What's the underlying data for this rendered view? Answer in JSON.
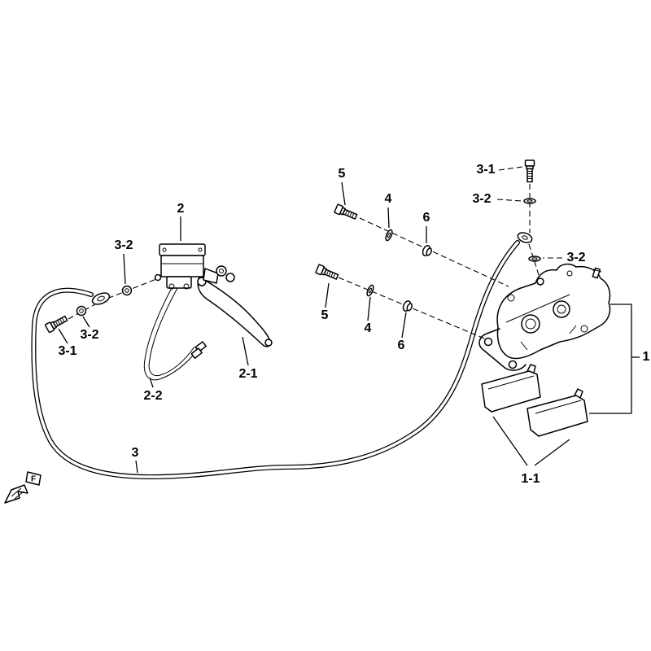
{
  "page": {
    "background": "#ffffff",
    "line_color": "#000000"
  },
  "diagram": {
    "kind": "exploded-parts-diagram",
    "callouts": [
      {
        "text": "2"
      },
      {
        "text": "3-2"
      },
      {
        "text": "3-1"
      },
      {
        "text": "3-2"
      },
      {
        "text": "2-1"
      },
      {
        "text": "2-2"
      },
      {
        "text": "3"
      },
      {
        "text": "5"
      },
      {
        "text": "4"
      },
      {
        "text": "6"
      },
      {
        "text": "3-1"
      },
      {
        "text": "3-2"
      },
      {
        "text": "3-2"
      },
      {
        "text": "5"
      },
      {
        "text": "4"
      },
      {
        "text": "6"
      },
      {
        "text": "1"
      },
      {
        "text": "1-1"
      }
    ],
    "direction_marker": {
      "label": "F"
    }
  }
}
